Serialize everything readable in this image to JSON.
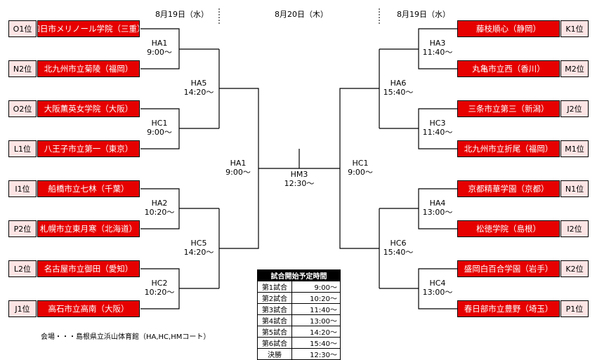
{
  "dates": {
    "left": "8月19日（水）",
    "center": "8月20日（木）",
    "right": "8月19日（水）"
  },
  "left_teams": [
    {
      "seed": "O1位",
      "name": "四日市メリノール学院（三重）"
    },
    {
      "seed": "N2位",
      "name": "北九州市立菊陵（福岡）"
    },
    {
      "seed": "O2位",
      "name": "大阪薫英女学院（大阪）"
    },
    {
      "seed": "L1位",
      "name": "八王子市立第一（東京）"
    },
    {
      "seed": "I1位",
      "name": "船橋市立七林（千葉）"
    },
    {
      "seed": "P2位",
      "name": "札幌市立東月寒（北海道）"
    },
    {
      "seed": "L2位",
      "name": "名古屋市立御田（愛知）"
    },
    {
      "seed": "J1位",
      "name": "高石市立高南（大阪）"
    }
  ],
  "right_teams": [
    {
      "seed": "K1位",
      "name": "藤枝順心（静岡）"
    },
    {
      "seed": "M2位",
      "name": "丸亀市立西（香川）"
    },
    {
      "seed": "J2位",
      "name": "三条市立第三（新潟）"
    },
    {
      "seed": "M1位",
      "name": "北九州市立折尾（福岡）"
    },
    {
      "seed": "N1位",
      "name": "京都精華学園（京都）"
    },
    {
      "seed": "I2位",
      "name": "松徳学院（島根）"
    },
    {
      "seed": "K2位",
      "name": "盛岡白百合学園（岩手）"
    },
    {
      "seed": "P1位",
      "name": "春日部市立豊野（埼玉）"
    }
  ],
  "matches": {
    "l_r1a": {
      "court": "HA1",
      "time": "9:00～"
    },
    "l_r1b": {
      "court": "HC1",
      "time": "9:00～"
    },
    "l_r1c": {
      "court": "HA2",
      "time": "10:20～"
    },
    "l_r1d": {
      "court": "HC2",
      "time": "10:20～"
    },
    "l_r2a": {
      "court": "HA5",
      "time": "14:20～"
    },
    "l_r2b": {
      "court": "HC5",
      "time": "14:20～"
    },
    "l_sf": {
      "court": "HA1",
      "time": "9:00～"
    },
    "r_r1a": {
      "court": "HA3",
      "time": "11:40～"
    },
    "r_r1b": {
      "court": "HC3",
      "time": "11:40～"
    },
    "r_r1c": {
      "court": "HA4",
      "time": "13:00～"
    },
    "r_r1d": {
      "court": "HC4",
      "time": "13:00～"
    },
    "r_r2a": {
      "court": "HA6",
      "time": "15:40～"
    },
    "r_r2b": {
      "court": "HC6",
      "time": "15:40～"
    },
    "r_sf": {
      "court": "HC1",
      "time": "9:00～"
    },
    "final": {
      "court": "HM3",
      "time": "12:30～"
    }
  },
  "schedule": {
    "title": "試合開始予定時間",
    "rows": [
      {
        "game": "第1試合",
        "time": "9:00～"
      },
      {
        "game": "第2試合",
        "time": "10:20～"
      },
      {
        "game": "第3試合",
        "time": "11:40～"
      },
      {
        "game": "第4試合",
        "time": "13:00～"
      },
      {
        "game": "第5試合",
        "time": "14:20～"
      },
      {
        "game": "第6試合",
        "time": "15:40～"
      },
      {
        "game": "決勝",
        "time": "12:30～"
      }
    ]
  },
  "venue": "会場・・・島根県立浜山体育館（HA,HC,HMコート）"
}
